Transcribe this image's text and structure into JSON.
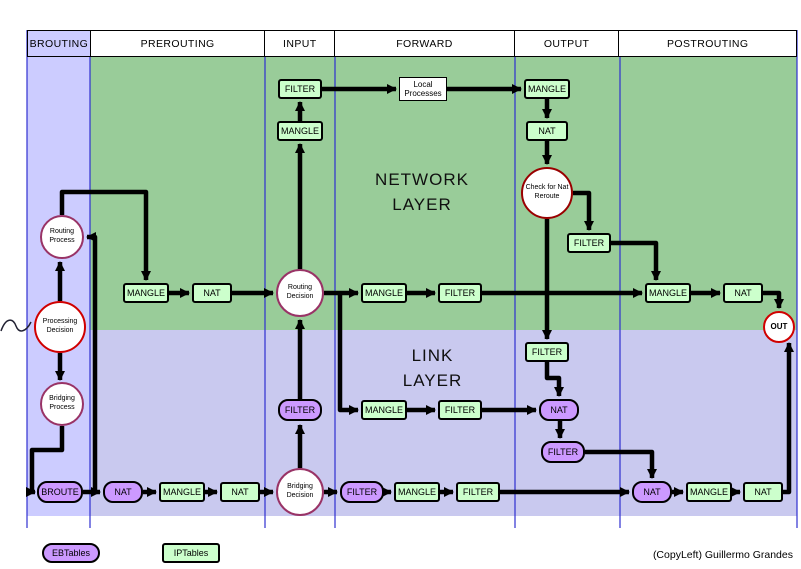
{
  "header": {
    "columns": [
      "BROUTING",
      "PREROUTING",
      "INPUT",
      "FORWARD",
      "OUTPUT",
      "POSTROUTING"
    ]
  },
  "layers": {
    "network": [
      "NETWORK",
      "LAYER"
    ],
    "link": [
      "LINK",
      "LAYER"
    ]
  },
  "nodes": {
    "filter_input_net": {
      "label": "FILTER"
    },
    "mangle_input_net": {
      "label": "MANGLE"
    },
    "local_processes": {
      "label": [
        "Local",
        "Processes"
      ]
    },
    "mangle_output_net": {
      "label": "MANGLE"
    },
    "nat_output_net": {
      "label": "NAT"
    },
    "check_nat_reroute": {
      "label": [
        "Check for Nat",
        "Reroute"
      ]
    },
    "filter_output_reroute": {
      "label": "FILTER"
    },
    "mangle_prerouting": {
      "label": "MANGLE"
    },
    "nat_prerouting": {
      "label": "NAT"
    },
    "routing_decision": {
      "label": [
        "Routing",
        "Decision"
      ]
    },
    "mangle_forward": {
      "label": "MANGLE"
    },
    "filter_forward": {
      "label": "FILTER"
    },
    "mangle_postrouting": {
      "label": "MANGLE"
    },
    "nat_postrouting": {
      "label": "NAT"
    },
    "out": {
      "label": "OUT"
    },
    "filter_output_link": {
      "label": "FILTER"
    },
    "filter_input_link": {
      "label": "FILTER"
    },
    "mangle_forward_link": {
      "label": "MANGLE"
    },
    "filter_forward_link": {
      "label": "FILTER"
    },
    "nat_output_link": {
      "label": "NAT"
    },
    "filter_output_link2": {
      "label": "FILTER"
    },
    "routing_process": {
      "label": [
        "Routing",
        "Process"
      ]
    },
    "processing_decision": {
      "label": [
        "Processing",
        "Decision"
      ]
    },
    "bridging_process": {
      "label": [
        "Bridging",
        "Process"
      ]
    },
    "broute": {
      "label": "BROUTE"
    },
    "nat_brouting_eb": {
      "label": "NAT"
    },
    "mangle_prerouting_link": {
      "label": "MANGLE"
    },
    "nat_prerouting_link": {
      "label": "NAT"
    },
    "bridging_decision": {
      "label": [
        "Bridging",
        "Decision"
      ]
    },
    "filter_forward_eb": {
      "label": "FILTER"
    },
    "mangle_forward_link2": {
      "label": "MANGLE"
    },
    "filter_forward_link2": {
      "label": "FILTER"
    },
    "nat_postrouting_eb": {
      "label": "NAT"
    },
    "mangle_postrouting_link": {
      "label": "MANGLE"
    },
    "nat_postrouting_link": {
      "label": "NAT"
    }
  },
  "legend": {
    "ebtables": "EBTables",
    "iptables": "IPTables"
  },
  "credit": "(CopyLeft) Guillermo Grandes",
  "colors": {
    "iptables_fill": "#ccffcc",
    "ebtables_fill": "#cc99ff",
    "network_layer_bg": "#99cc99",
    "link_layer_bg": "#c9c9ef",
    "brouting_column_bg": "#ccccff",
    "decision_red": "#d00000",
    "process_border": "#993366",
    "column_line_blue": "#2f2fd0"
  }
}
